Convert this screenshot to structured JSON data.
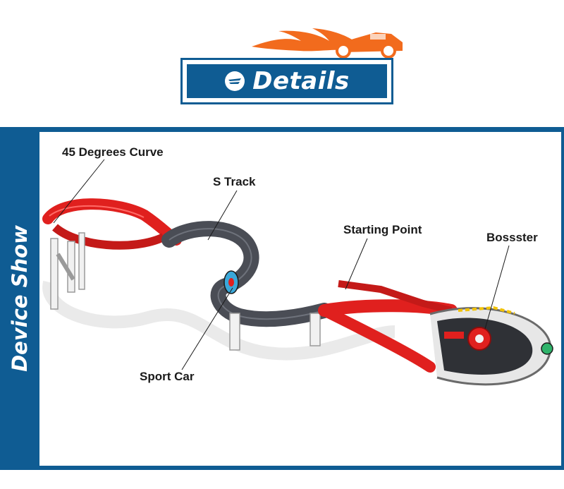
{
  "header": {
    "title": "Details",
    "logo_icon": "flame-race-car-icon",
    "badge_icon": "wing-emblem-icon"
  },
  "sidebar": {
    "title": "Device Show"
  },
  "labels": {
    "curve": "45 Degrees Curve",
    "s_track": "S Track",
    "starting_point": "Starting Point",
    "booster": "Bossster",
    "sport_car": "Sport Car"
  },
  "colors": {
    "brand_blue": "#0f5c93",
    "track_red": "#e0201e",
    "track_gray": "#4a4d55",
    "flame_orange": "#f26b1d"
  }
}
